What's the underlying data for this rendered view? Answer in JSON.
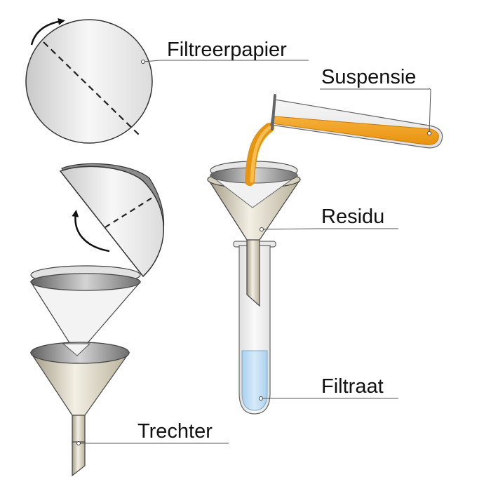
{
  "labels": {
    "filter_paper": "Filtreerpapier",
    "suspension": "Suspensie",
    "residue": "Residu",
    "filtrate": "Filtraat",
    "funnel": "Trechter"
  },
  "colors": {
    "suspension": "#f2a01c",
    "filtrate": "#bcdcf4",
    "funnel": "#d9d2c0",
    "paper": "#eeeeee",
    "glass": "#f4f4f4",
    "outline": "#222222"
  }
}
